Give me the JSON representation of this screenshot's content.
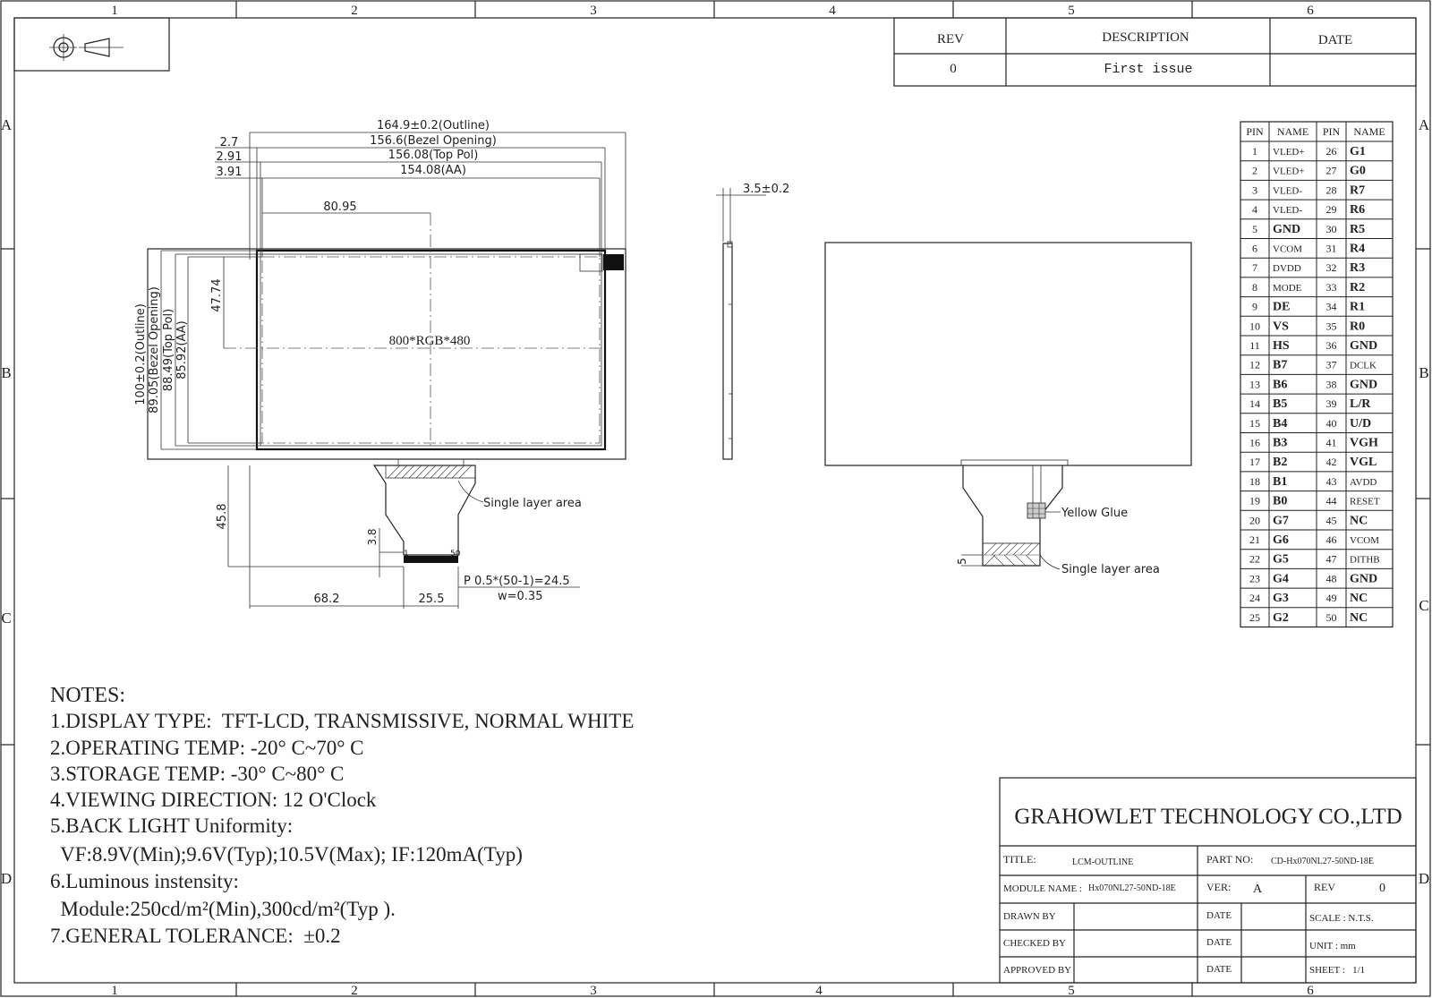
{
  "zone_columns": [
    "1",
    "2",
    "3",
    "4",
    "5",
    "6"
  ],
  "zone_rows": [
    "A",
    "B",
    "C",
    "D"
  ],
  "revision": {
    "headers": {
      "rev": "REV",
      "description": "DESCRIPTION",
      "date": "DATE"
    },
    "row": {
      "rev": "0",
      "description": "First issue",
      "date": ""
    }
  },
  "front_view": {
    "dims": {
      "outline_w": "164.9±0.2(Outline)",
      "bezel_w": "156.6(Bezel Opening)",
      "toppol_w": "156.08(Top Pol)",
      "aa_w": "154.08(AA)",
      "off_2_7": "2.7",
      "off_2_91": "2.91",
      "off_3_91": "3.91",
      "center_x": "80.95",
      "center_y": "47.74",
      "outline_h": "100±0.2(Outline)",
      "bezel_h": "89.05(Bezel Opening)",
      "toppol_h": "88.49(Top Pol)",
      "aa_h": "85.92(AA)",
      "fpc_len": "45.8",
      "fpc_3_8": "3.8",
      "fpc_offset": "68.2",
      "fpc_width": "25.5",
      "pitch": "P 0.5*(50-1)=24.5",
      "width": "w=0.35",
      "pin_first": "1",
      "pin_last": "50"
    },
    "resolution": "800*RGB*480",
    "single_layer": "Single layer area"
  },
  "side_view": {
    "thickness": "3.5±0.2"
  },
  "back_view": {
    "yellow_glue": "Yellow Glue",
    "single_layer": "Single layer area",
    "dim_5": "5"
  },
  "pin_table": {
    "headers": [
      "PIN",
      "NAME",
      "PIN",
      "NAME"
    ],
    "rows": [
      [
        "1",
        "VLED+",
        "26",
        "G1"
      ],
      [
        "2",
        "VLED+",
        "27",
        "G0"
      ],
      [
        "3",
        "VLED-",
        "28",
        "R7"
      ],
      [
        "4",
        "VLED-",
        "29",
        "R6"
      ],
      [
        "5",
        "GND",
        "30",
        "R5"
      ],
      [
        "6",
        "VCOM",
        "31",
        "R4"
      ],
      [
        "7",
        "DVDD",
        "32",
        "R3"
      ],
      [
        "8",
        "MODE",
        "33",
        "R2"
      ],
      [
        "9",
        "DE",
        "34",
        "R1"
      ],
      [
        "10",
        "VS",
        "35",
        "R0"
      ],
      [
        "11",
        "HS",
        "36",
        "GND"
      ],
      [
        "12",
        "B7",
        "37",
        "DCLK"
      ],
      [
        "13",
        "B6",
        "38",
        "GND"
      ],
      [
        "14",
        "B5",
        "39",
        "L/R"
      ],
      [
        "15",
        "B4",
        "40",
        "U/D"
      ],
      [
        "16",
        "B3",
        "41",
        "VGH"
      ],
      [
        "17",
        "B2",
        "42",
        "VGL"
      ],
      [
        "18",
        "B1",
        "43",
        "AVDD"
      ],
      [
        "19",
        "B0",
        "44",
        "RESET"
      ],
      [
        "20",
        "G7",
        "45",
        "NC"
      ],
      [
        "21",
        "G6",
        "46",
        "VCOM"
      ],
      [
        "22",
        "G5",
        "47",
        "DITHB"
      ],
      [
        "23",
        "G4",
        "48",
        "GND"
      ],
      [
        "24",
        "G3",
        "49",
        "NC"
      ],
      [
        "25",
        "G2",
        "50",
        "NC"
      ]
    ]
  },
  "notes": {
    "title": "NOTES:",
    "lines": [
      "1.DISPLAY TYPE:  TFT-LCD, TRANSMISSIVE, NORMAL WHITE",
      "2.OPERATING TEMP: -20° C~70° C",
      "3.STORAGE TEMP: -30° C~80° C",
      "4.VIEWING DIRECTION: 12 O'Clock",
      "5.BACK LIGHT Uniformity:",
      "  VF:8.9V(Min);9.6V(Typ);10.5V(Max); IF:120mA(Typ)",
      "6.Luminous instensity:",
      "  Module:250cd/m²(Min),300cd/m²(Typ ).",
      "7.GENERAL TOLERANCE:  ±0.2"
    ]
  },
  "title_block": {
    "company": "GRAHOWLET TECHNOLOGY CO.,LTD",
    "title_label": "TITLE:",
    "title_value": "LCM-OUTLINE",
    "partno_label": "PART NO:",
    "partno_value": "CD-Hx070NL27-50ND-18E",
    "module_label": "MODULE NAME :",
    "module_value": "Hx070NL27-50ND-18E",
    "ver_label": "VER:",
    "ver_value": "A",
    "rev_label": "REV",
    "rev_value": "0",
    "drawn_by": "DRAWN BY",
    "checked_by": "CHECKED BY",
    "approved_by": "APPROVED BY",
    "date_label": "DATE",
    "scale": "SCALE : N.T.S.",
    "unit": "UNIT : mm",
    "sheet": "SHEET :   1/1"
  }
}
